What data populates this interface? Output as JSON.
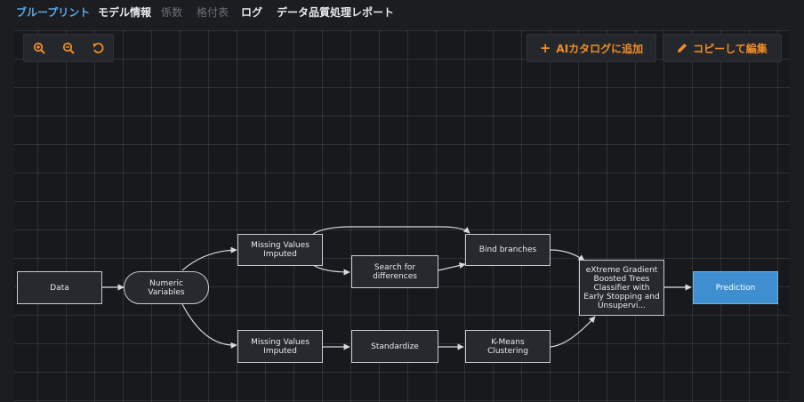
{
  "tabs": [
    {
      "label": "ブループリント"
    },
    {
      "label": "モデル情報"
    },
    {
      "label": "係数"
    },
    {
      "label": "格付表"
    },
    {
      "label": "ログ"
    },
    {
      "label": "データ品質処理レポート"
    }
  ],
  "toolbar": {
    "zoom_in_icon": "zoom-in-icon",
    "zoom_out_icon": "zoom-out-icon",
    "reset_icon": "reset-icon",
    "add_catalog_label": "AIカタログに追加",
    "copy_edit_label": "コピーして編集",
    "accent_color": "#f28c28"
  },
  "nodes": {
    "data": "Data",
    "numeric": "Numeric Variables",
    "missing_top": "Missing Values Imputed",
    "search_diff": "Search for differences",
    "bind": "Bind branches",
    "missing_bottom": "Missing Values Imputed",
    "standardize": "Standardize",
    "kmeans": "K-Means Clustering",
    "xgb": "eXtreme Gradient Boosted Trees Classifier with Early Stopping and Unsupervi...",
    "prediction": "Prediction"
  },
  "colors": {
    "active_tab": "#5aa9e6",
    "prediction_node": "#3f8fd0",
    "background": "#1b1d21"
  }
}
